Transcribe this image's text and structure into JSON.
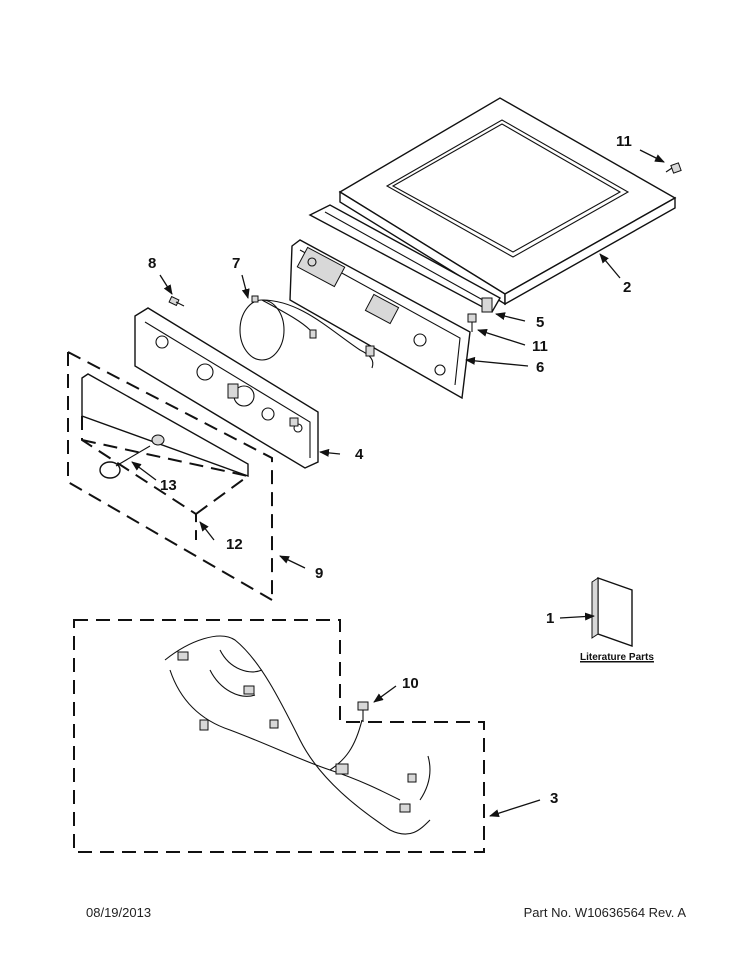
{
  "callouts": [
    {
      "id": "c1",
      "text": "1"
    },
    {
      "id": "c2",
      "text": "2"
    },
    {
      "id": "c3",
      "text": "3"
    },
    {
      "id": "c4",
      "text": "4"
    },
    {
      "id": "c5",
      "text": "5"
    },
    {
      "id": "c6",
      "text": "6"
    },
    {
      "id": "c7",
      "text": "7"
    },
    {
      "id": "c8",
      "text": "8"
    },
    {
      "id": "c9",
      "text": "9"
    },
    {
      "id": "c10",
      "text": "10"
    },
    {
      "id": "c11a",
      "text": "11"
    },
    {
      "id": "c11b",
      "text": "11"
    },
    {
      "id": "c12",
      "text": "12"
    },
    {
      "id": "c13",
      "text": "13"
    }
  ],
  "literature_label": "Literature Parts",
  "footer": {
    "date": "08/19/2013",
    "part_no": "Part No.  W10636564  Rev.  A"
  }
}
